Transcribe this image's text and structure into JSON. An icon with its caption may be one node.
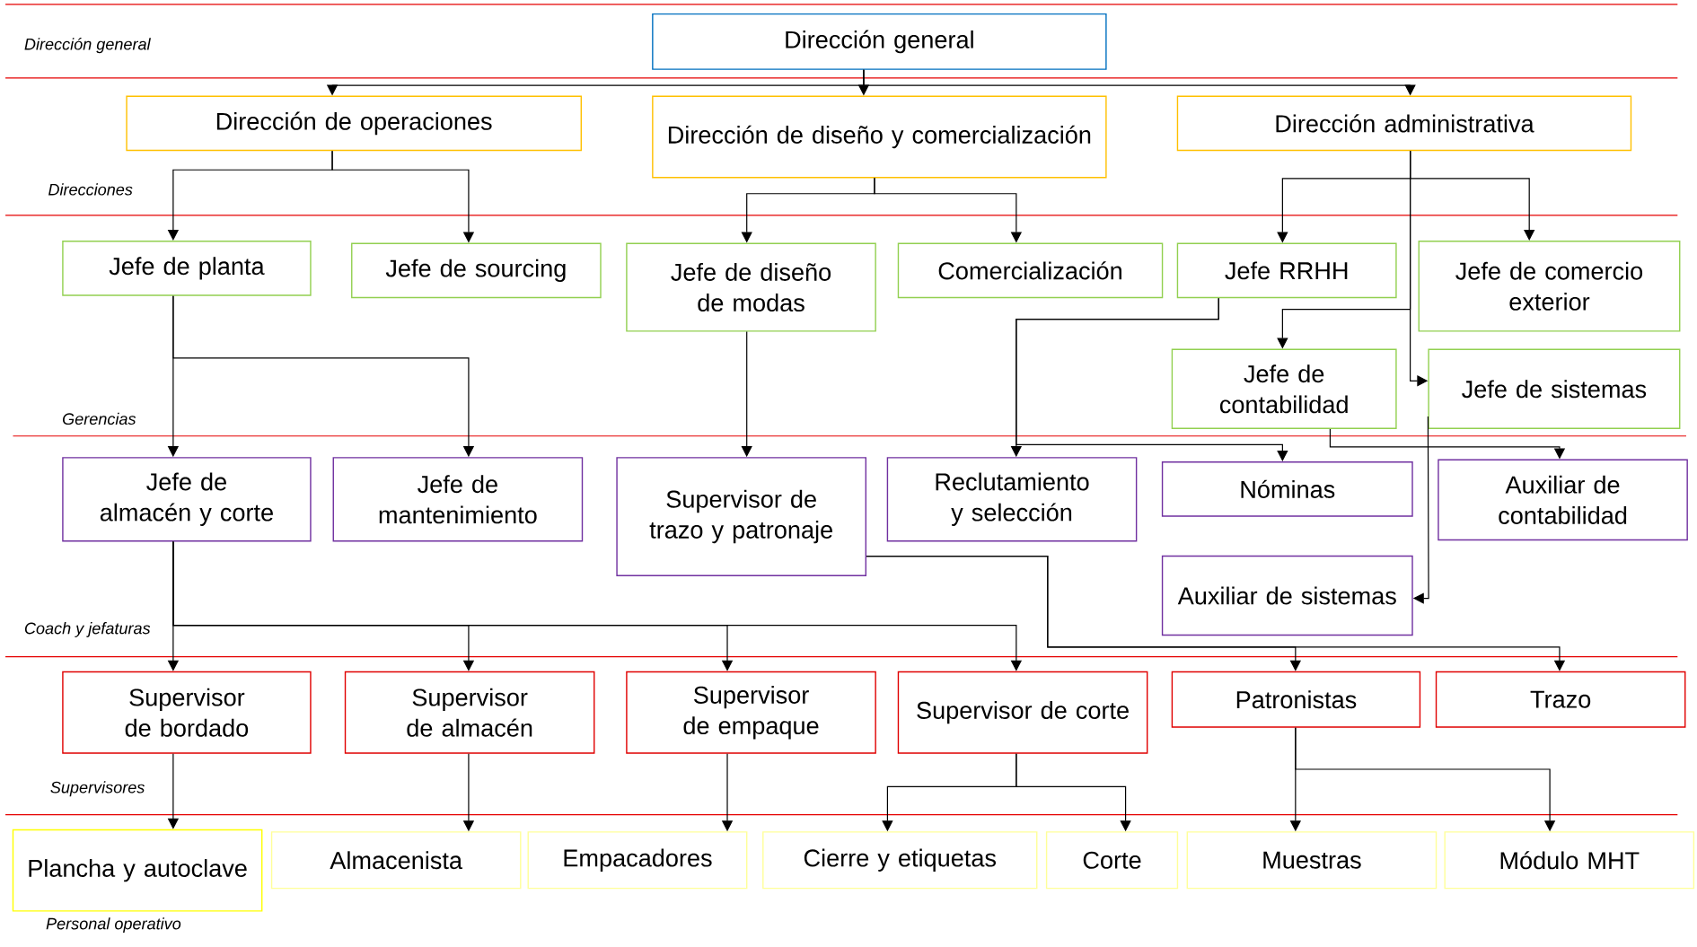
{
  "diagram": {
    "nodes": [
      {
        "text": [
          "Dirección general"
        ]
      },
      {
        "text": [
          "Dirección de operaciones"
        ]
      },
      {
        "text": [
          "Dirección de diseño y comercialización"
        ]
      },
      {
        "text": [
          "Dirección administrativa"
        ]
      },
      {
        "text": [
          "Jefe de planta"
        ]
      },
      {
        "text": [
          "Jefe de sourcing"
        ]
      },
      {
        "text": [
          "Jefe de diseño de modas"
        ]
      },
      {
        "text": [
          "Comercialización"
        ]
      },
      {
        "text": [
          "Jefe RRHH"
        ]
      },
      {
        "text": [
          "Jefe de comercio exterior"
        ]
      },
      {
        "text": [
          "Jefe de contabilidad"
        ]
      },
      {
        "text": [
          "Jefe de sistemas"
        ]
      },
      {
        "text": [
          "Jefe de almacén y corte"
        ]
      },
      {
        "text": [
          "Jefe de mantenimiento"
        ]
      },
      {
        "text": [
          "Supervisor de trazo y patronaje"
        ]
      },
      {
        "text": [
          "Reclutamiento y selección"
        ]
      },
      {
        "text": [
          "Nóminas"
        ]
      },
      {
        "text": [
          "Auxiliar de contabilidad"
        ]
      },
      {
        "text": [
          "Auxiliar de sistemas"
        ]
      },
      {
        "text": [
          "Supervisor de bordado"
        ]
      },
      {
        "text": [
          "Supervisor de almacén"
        ]
      },
      {
        "text": [
          "Supervisor de empaque"
        ]
      },
      {
        "text": [
          "Supervisor de corte"
        ]
      },
      {
        "text": [
          "Patronistas"
        ]
      },
      {
        "text": [
          "Trazo"
        ]
      },
      {
        "text": [
          "Plancha y autoclave"
        ]
      },
      {
        "text": [
          "Almacenista"
        ]
      },
      {
        "text": [
          "Empacadores"
        ]
      },
      {
        "text": [
          "Cierre y etiquetas"
        ]
      },
      {
        "text": [
          "Corte"
        ]
      },
      {
        "text": [
          "Muestras"
        ]
      },
      {
        "text": [
          "Módulo MHT"
        ]
      }
    ],
    "edges": [
      {
        "from": 0,
        "to": 1,
        "arrow": "to"
      },
      {
        "from": 0,
        "to": 2,
        "arrow": "to"
      },
      {
        "from": 0,
        "to": 3,
        "arrow": "to"
      },
      {
        "from": 1,
        "to": 4,
        "arrow": "to"
      },
      {
        "from": 1,
        "to": 5,
        "arrow": "to"
      },
      {
        "from": 2,
        "to": 6,
        "arrow": "to"
      },
      {
        "from": 2,
        "to": 7,
        "arrow": "to"
      },
      {
        "from": 3,
        "to": 8,
        "arrow": "to"
      },
      {
        "from": 3,
        "to": 9,
        "arrow": "to"
      },
      {
        "from": 3,
        "to": 10,
        "arrow": "to"
      },
      {
        "from": 3,
        "to": 11,
        "arrow": "to"
      },
      {
        "from": 4,
        "to": 12,
        "arrow": "to"
      },
      {
        "from": 4,
        "to": 13,
        "arrow": "to"
      },
      {
        "from": 6,
        "to": 14,
        "arrow": "to"
      },
      {
        "from": 8,
        "to": 15,
        "arrow": "to"
      },
      {
        "from": 8,
        "to": 16,
        "arrow": "to"
      },
      {
        "from": 10,
        "to": 17,
        "arrow": "to"
      },
      {
        "from": 11,
        "to": 18,
        "arrow": "to"
      },
      {
        "from": 12,
        "to": 19,
        "arrow": "to"
      },
      {
        "from": 12,
        "to": 20,
        "arrow": "to"
      },
      {
        "from": 12,
        "to": 21,
        "arrow": "to"
      },
      {
        "from": 12,
        "to": 22,
        "arrow": "to"
      },
      {
        "from": 14,
        "to": 23,
        "arrow": "to"
      },
      {
        "from": 14,
        "to": 24,
        "arrow": "to"
      },
      {
        "from": 19,
        "to": 25,
        "arrow": "to"
      },
      {
        "from": 20,
        "to": 26,
        "arrow": "to"
      },
      {
        "from": 21,
        "to": 27,
        "arrow": "to"
      },
      {
        "from": 22,
        "to": 28,
        "arrow": "to"
      },
      {
        "from": 22,
        "to": 29,
        "arrow": "to"
      },
      {
        "from": 23,
        "to": 30,
        "arrow": "to"
      },
      {
        "from": 23,
        "to": 31,
        "arrow": "to"
      }
    ],
    "labels": [
      "Dirección general",
      "Direcciones",
      "Gerencias",
      "Coach y jefaturas",
      "Supervisores",
      "Personal operativo"
    ]
  }
}
